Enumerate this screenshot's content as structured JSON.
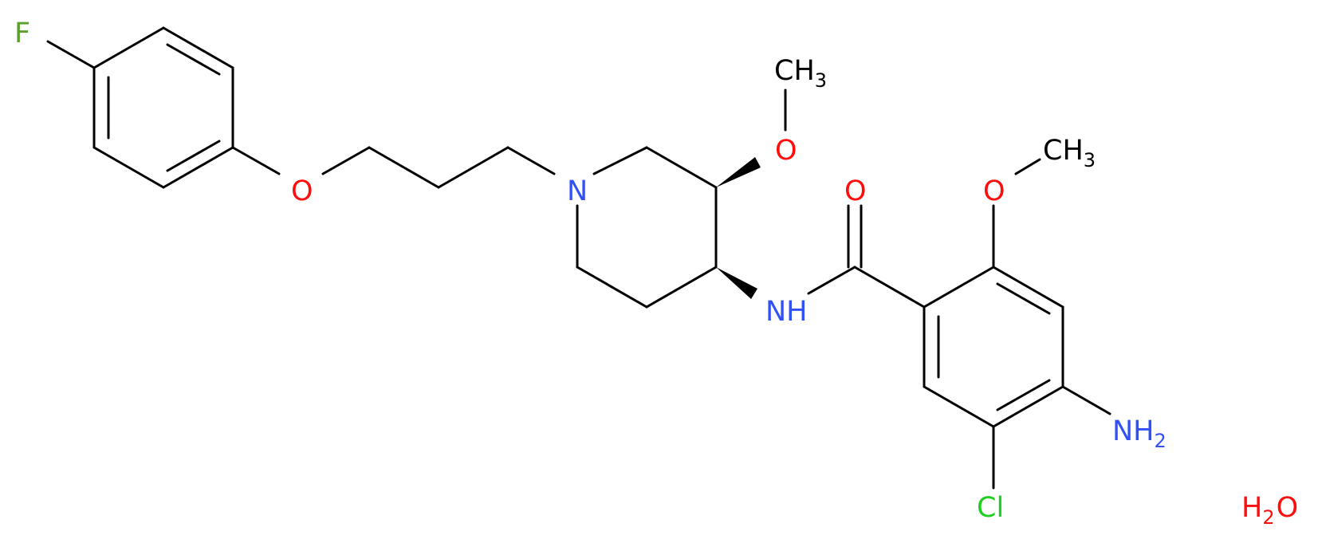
{
  "molecule": {
    "colors": {
      "bond": "#000000",
      "F": "#5aa02c",
      "O": "#ff0d0d",
      "N": "#3050f8",
      "Cl": "#1fcf1f"
    },
    "labels": {
      "fluorine": "F",
      "ether_oxygen": "O",
      "piperidine_nitrogen": "N",
      "methoxy_top_oxygen": "O",
      "methoxy_top_methyl": "CH",
      "methoxy_top_methyl_sub": "3",
      "amide_nitrogen": "NH",
      "carbonyl_oxygen": "O",
      "aryl_methoxy_oxygen": "O",
      "aryl_methoxy_methyl": "CH",
      "aryl_methoxy_methyl_sub": "3",
      "amine": "NH",
      "amine_sub": "2",
      "chlorine": "Cl",
      "water_h": "H",
      "water_sub": "2",
      "water_o": "O"
    }
  }
}
